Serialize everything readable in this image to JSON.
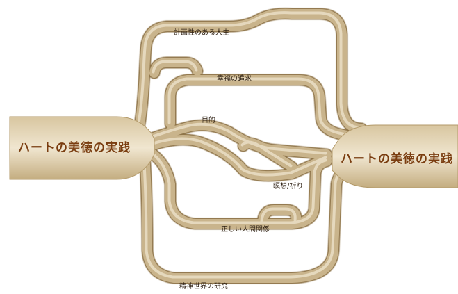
{
  "diagram": {
    "left_block_label": "ハートの美徳の実践",
    "right_block_label": "ハートの美徳の実践",
    "paths": [
      {
        "id": "planned-life",
        "label": "計画性のある人生"
      },
      {
        "id": "pursuit-happiness",
        "label": "幸福の追求"
      },
      {
        "id": "purpose",
        "label": "目的"
      },
      {
        "id": "meditation-prayer",
        "label": "瞑想/祈り"
      },
      {
        "id": "right-relationships",
        "label": "正しい人間関係"
      },
      {
        "id": "spiritual-study",
        "label": "精神世界の研究"
      }
    ],
    "colors": {
      "tube": "#c9b48c",
      "tube_dark": "#8f7548",
      "tube_light": "#eadfc6",
      "block_label": "#7a3d10"
    }
  }
}
